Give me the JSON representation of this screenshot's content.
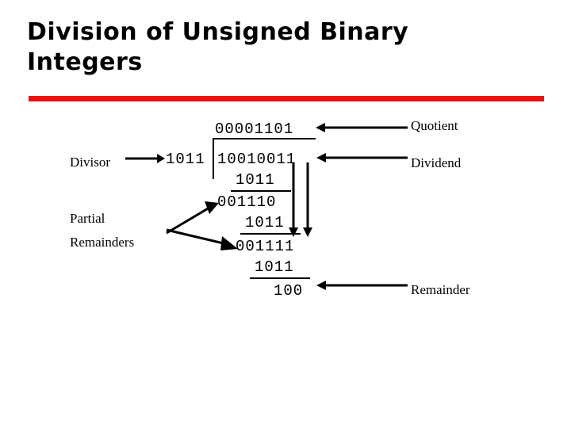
{
  "slide": {
    "title": "Division of Unsigned Binary\nIntegers",
    "accent_color": "#ee1111",
    "background_color": "#ffffff",
    "text_color": "#000000"
  },
  "labels": {
    "divisor": "Divisor",
    "partial_remainders": "Partial\nRemainders",
    "quotient": "Quotient",
    "dividend": "Dividend",
    "remainder": "Remainder"
  },
  "long_division": {
    "divisor": "1011",
    "quotient": "00001101",
    "dividend": "10010011",
    "steps": [
      {
        "value": "1011",
        "name": "first-subtrahend"
      },
      {
        "value": "001110",
        "name": "first-partial-remainder"
      },
      {
        "value": "1011",
        "name": "second-subtrahend"
      },
      {
        "value": "001111",
        "name": "second-partial-remainder"
      },
      {
        "value": "1011",
        "name": "third-subtrahend"
      },
      {
        "value": "100",
        "name": "final-remainder"
      }
    ]
  },
  "icons": {
    "arrow_left": "arrow-left-icon",
    "arrow_right": "arrow-right-icon",
    "arrow_down": "arrow-down-icon"
  }
}
